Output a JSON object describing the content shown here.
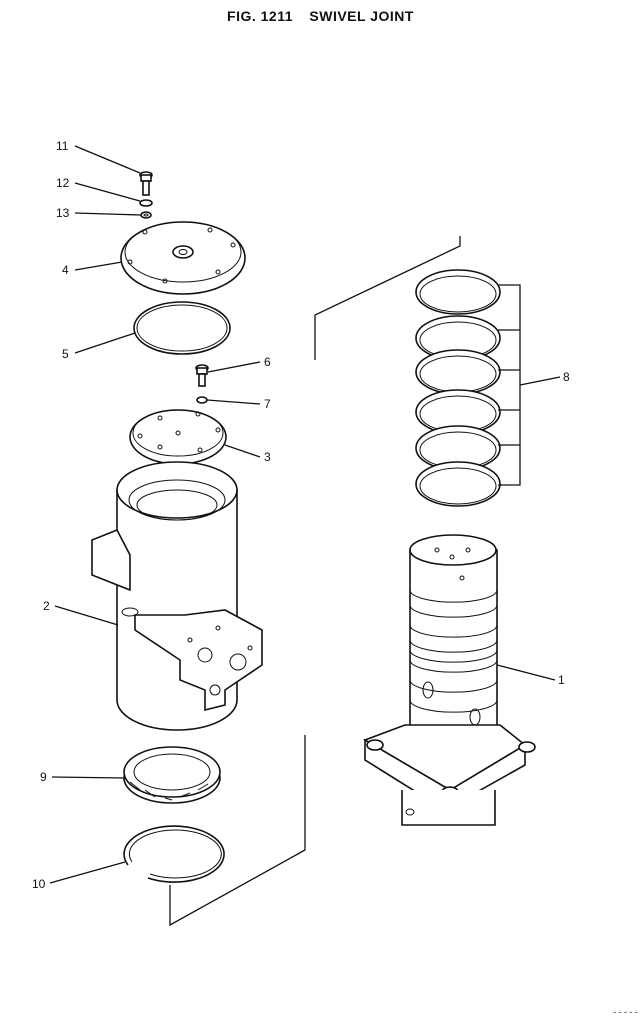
{
  "header": {
    "fig_number": "FIG. 1211",
    "title": "SWIVEL JOINT"
  },
  "callouts": {
    "c1": "1",
    "c2": "2",
    "c3": "3",
    "c4": "4",
    "c5": "5",
    "c6": "6",
    "c7": "7",
    "c8": "8",
    "c9": "9",
    "c10": "10",
    "c11": "11",
    "c12": "12",
    "c13": "13"
  },
  "footer": {
    "code": "-----"
  }
}
